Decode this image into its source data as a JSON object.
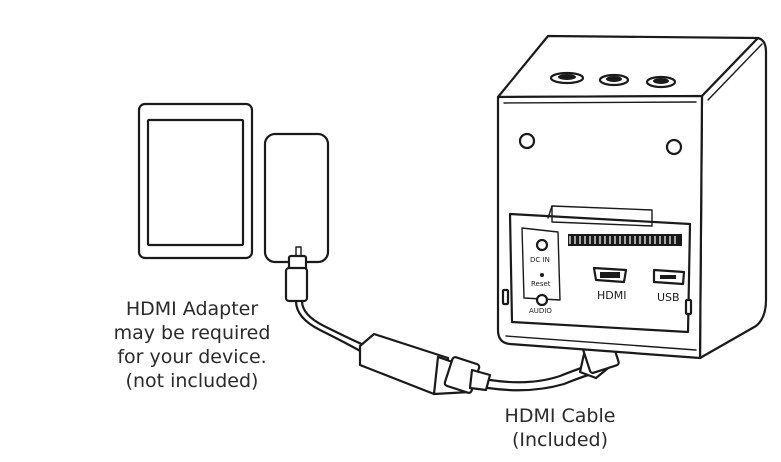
{
  "adapter_note": {
    "line1": "HDMI Adapter",
    "line2": "may be required",
    "line3": "for your device.",
    "line4": "(not included)"
  },
  "cable_note": {
    "line1": "HDMI Cable",
    "line2": "(Included)"
  },
  "ports": {
    "dc_in": "DC IN",
    "reset": "Reset",
    "audio": "AUDIO",
    "hdmi": "HDMI",
    "usb": "USB"
  }
}
